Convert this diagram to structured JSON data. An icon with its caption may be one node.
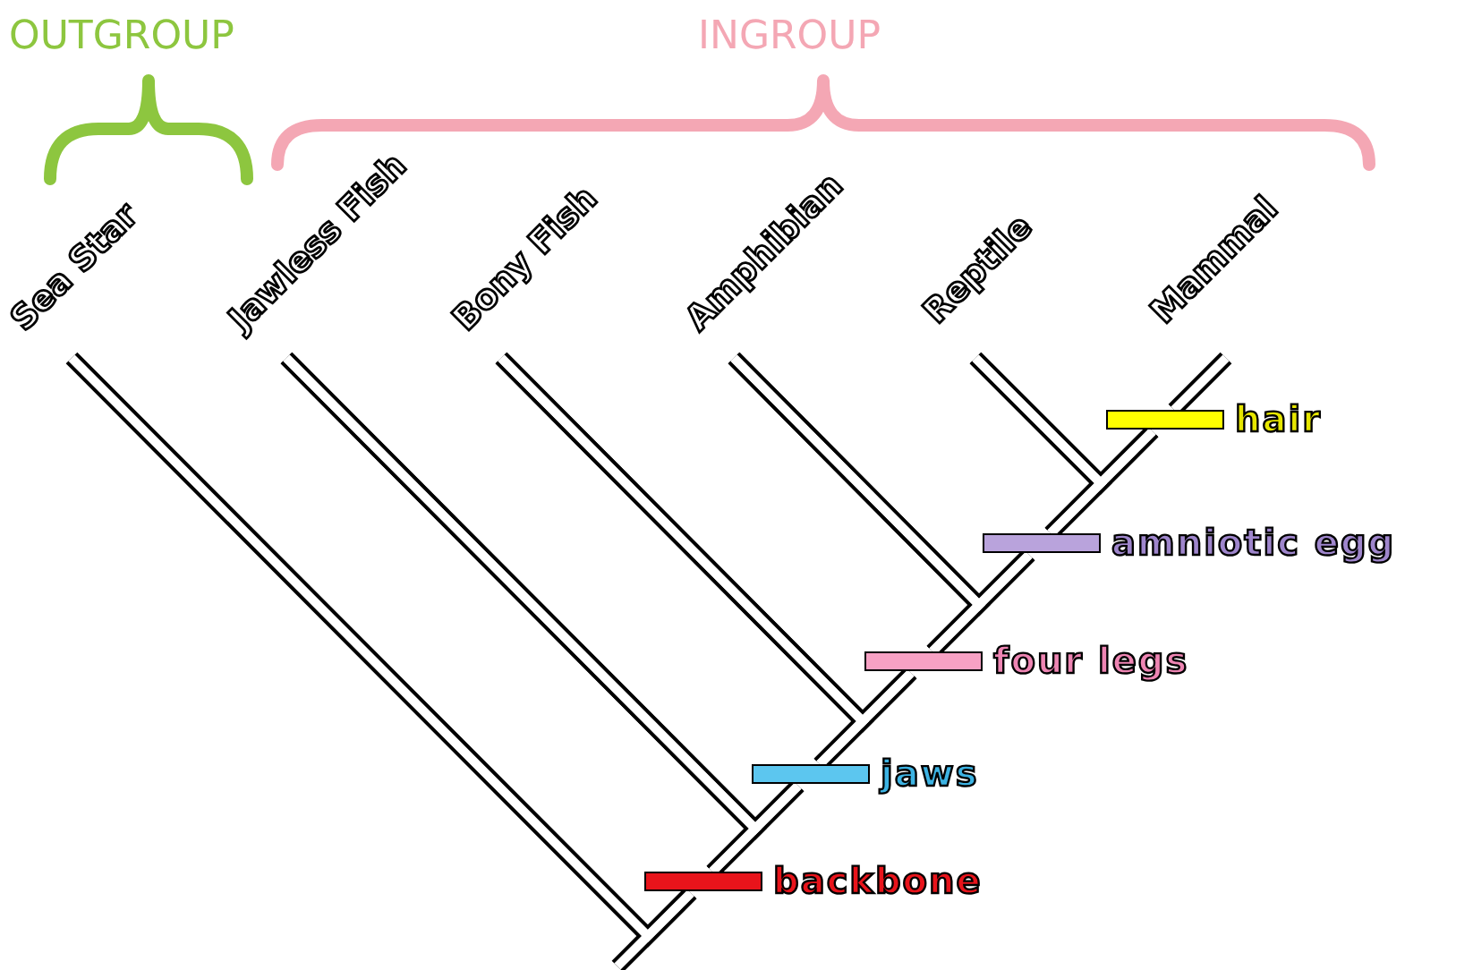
{
  "diagram": {
    "nodes": [
      {
        "text": [
          "Sea Star"
        ]
      },
      {
        "text": [
          "Jawless Fish"
        ]
      },
      {
        "text": [
          "Bony Fish"
        ]
      },
      {
        "text": [
          "Amphibian"
        ]
      },
      {
        "text": [
          "Reptile"
        ]
      },
      {
        "text": [
          "Mammal"
        ]
      },
      {
        "text": [],
        "shape": "bar",
        "beside": [
          "hair"
        ]
      },
      {
        "text": [],
        "shape": "bar",
        "beside": [
          "amniotic egg"
        ]
      },
      {
        "text": [],
        "shape": "bar",
        "beside": [
          "four legs"
        ]
      },
      {
        "text": [],
        "shape": "bar",
        "beside": [
          "jaws"
        ]
      },
      {
        "text": [],
        "shape": "bar",
        "beside": [
          "backbone"
        ]
      }
    ],
    "edges": [
      {
        "from": 0,
        "to": 10,
        "arrow": "none"
      },
      {
        "from": 1,
        "to": 9,
        "arrow": "none"
      },
      {
        "from": 2,
        "to": 8,
        "arrow": "none"
      },
      {
        "from": 3,
        "to": 7,
        "arrow": "none"
      },
      {
        "from": 4,
        "to": 6,
        "arrow": "none"
      },
      {
        "from": null,
        "to": 10,
        "arrow": "none"
      },
      {
        "from": 10,
        "to": 9,
        "arrow": "none"
      },
      {
        "from": 9,
        "to": 8,
        "arrow": "none"
      },
      {
        "from": 8,
        "to": 7,
        "arrow": "none"
      },
      {
        "from": 7,
        "to": 6,
        "arrow": "none"
      },
      {
        "from": 6,
        "to": 5,
        "arrow": "none"
      },
      {
        "from": 1,
        "to": 10,
        "arrow": "none"
      },
      {
        "from": 2,
        "to": 9,
        "arrow": "none"
      },
      {
        "from": 3,
        "to": 8,
        "arrow": "none"
      },
      {
        "from": 4,
        "to": 7,
        "arrow": "none"
      }
    ],
    "labels": [
      "OUTGROUP",
      "INGROUP"
    ]
  }
}
